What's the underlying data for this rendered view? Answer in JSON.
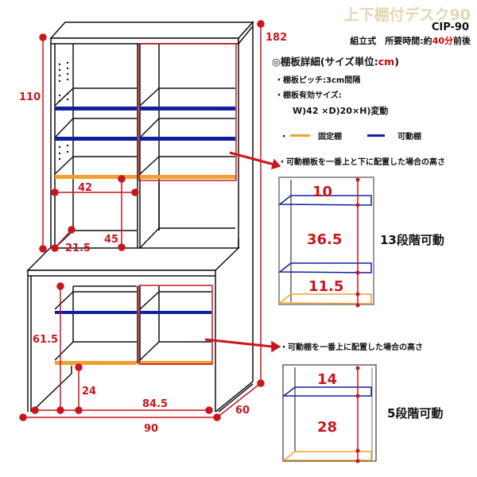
{
  "header": {
    "title": "上下棚付デスク90",
    "model": "CIP-90",
    "assembly_prefix": "組立式　所要時間:約",
    "assembly_time": "40分",
    "assembly_suffix": "前後"
  },
  "spec": {
    "heading_prefix": "◎棚板詳細(サイズ単位:",
    "heading_unit": "cm",
    "heading_suffix": ")",
    "pitch": "・棚板ピッチ:3cm間隔",
    "size_label": "・棚板有効サイズ:",
    "size_value": "W)42 ×D)20×H)変動"
  },
  "legend": {
    "bullet": "・",
    "fixed_label": "固定棚",
    "fixed_color": "#f0a030",
    "movable_label": "可動棚",
    "movable_color": "#1020a0"
  },
  "colors": {
    "dimension": "#c8161d",
    "outline": "#111111",
    "fixed_shelf": "#f0a030",
    "movable_shelf": "#1020a0"
  },
  "main_diagram": {
    "dimensions": {
      "total_height": "182",
      "upper_height": "110",
      "upper_inner_width": "42",
      "upper_inner_depth": "21.5",
      "upper_clearance": "45",
      "lower_shelf_height": "61.5",
      "lower_fixed_height": "24",
      "lower_inner_width": "84.5",
      "total_width": "90",
      "total_depth": "60"
    }
  },
  "detail_upper": {
    "note": "・可動棚板を一番上と下に配置した場合の高さ",
    "top_gap": "10",
    "middle_gap": "36.5",
    "bottom_gap": "11.5",
    "steps": "13段階可動"
  },
  "detail_lower": {
    "note": "・可動棚を一番上に配置した場合の高さ",
    "top_gap": "14",
    "bottom_gap": "28",
    "steps": "5段階可動"
  }
}
